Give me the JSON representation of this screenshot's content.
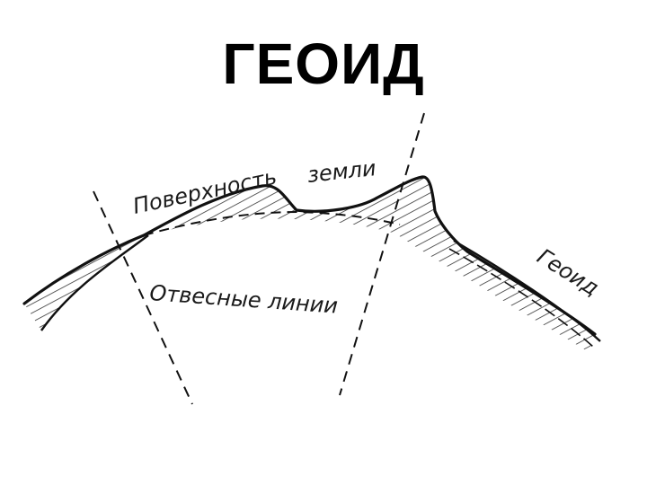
{
  "title": "ГЕОИД",
  "labels": {
    "surface_1": "Поверхность",
    "surface_2": "земли",
    "geoid": "Геоид",
    "plumb_lines": "Отвесные линии"
  },
  "colors": {
    "ink": "#111111",
    "background": "#ffffff"
  }
}
